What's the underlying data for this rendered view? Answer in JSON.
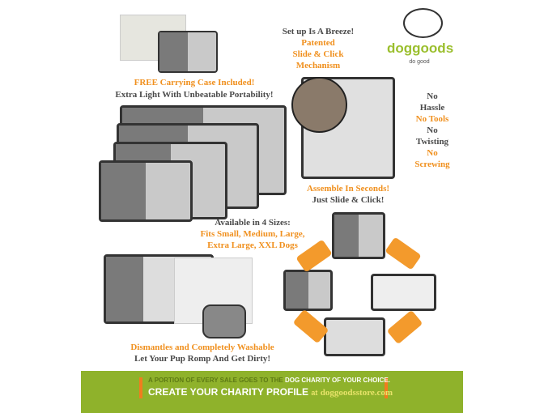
{
  "top_left": {
    "line1": "FREE Carrying Case Included!",
    "line2": "Extra Light With Unbeatable Portability!"
  },
  "top_center": {
    "line1": "Set up Is A Breeze!",
    "line2": "Patented",
    "line3": "Slide & Click",
    "line4": "Mechanism"
  },
  "logo": {
    "text": "doggoods",
    "sub": "do good"
  },
  "right_list": [
    {
      "text": "No",
      "color": "gray"
    },
    {
      "text": "Hassle",
      "color": "gray"
    },
    {
      "text": "No Tools",
      "color": "orange"
    },
    {
      "text": "No",
      "color": "gray"
    },
    {
      "text": "Twisting",
      "color": "gray"
    },
    {
      "text": "No",
      "color": "orange"
    },
    {
      "text": "Screwing",
      "color": "orange"
    }
  ],
  "assemble": {
    "line1": "Assemble In Seconds!",
    "line2": "Just Slide & Click!"
  },
  "sizes": {
    "line1": "Available in 4 Sizes:",
    "line2": "Fits Small, Medium, Large,",
    "line3": "Extra Large, XXL Dogs"
  },
  "washable": {
    "line1": "Dismantles and Completely Washable",
    "line2": "Let Your Pup Romp And Get Dirty!"
  },
  "banner": {
    "line1_a": "A PORTION OF EVERY SALE GOES TO THE",
    "line1_b": "DOG CHARITY OF YOUR CHOICE.",
    "line2_a": "CREATE YOUR CHARITY PROFILE",
    "line2_at": "at",
    "line2_b": "doggoodsstore.com"
  },
  "colors": {
    "orange": "#f0901e",
    "gray_text": "#4a4a4a",
    "banner_green": "#8fb22b"
  }
}
